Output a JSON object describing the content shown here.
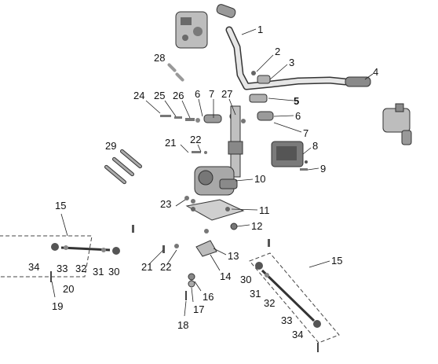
{
  "callouts": {
    "c1": "1",
    "c2": "2",
    "c3": "3",
    "c4": "4",
    "c5": "5",
    "c6a": "6",
    "c6b": "6",
    "c7a": "7",
    "c7b": "7",
    "c8": "8",
    "c9": "9",
    "c10": "10",
    "c11": "11",
    "c12": "12",
    "c13": "13",
    "c14": "14",
    "c15a": "15",
    "c15b": "15",
    "c16": "16",
    "c17": "17",
    "c18": "18",
    "c19": "19",
    "c20": "20",
    "c21a": "21",
    "c21b": "21",
    "c22a": "22",
    "c22b": "22",
    "c23": "23",
    "c24": "24",
    "c25": "25",
    "c26": "26",
    "c27": "27",
    "c28": "28",
    "c29": "29",
    "c30a": "30",
    "c30b": "30",
    "c31a": "31",
    "c31b": "31",
    "c32a": "32",
    "c32b": "32",
    "c33a": "33",
    "c33b": "33",
    "c34a": "34",
    "c34b": "34"
  },
  "colors": {
    "part_fill": "#c8c8c8",
    "part_dark": "#555555",
    "line": "#222222"
  }
}
